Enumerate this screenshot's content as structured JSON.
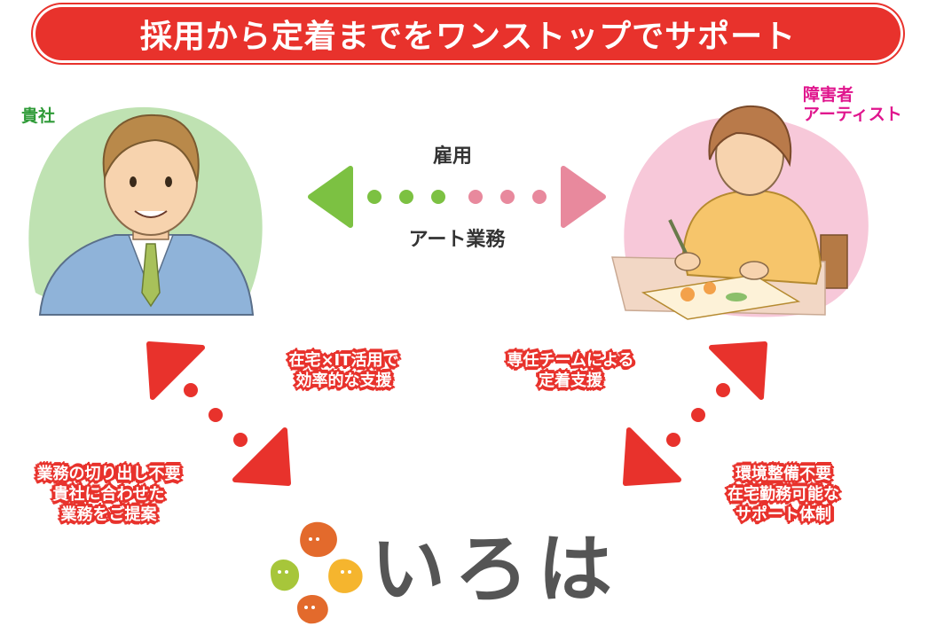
{
  "header": {
    "title": "採用から定着までをワンストップでサポート"
  },
  "parties": {
    "company": {
      "label": "貴社"
    },
    "artist": {
      "label_lines": [
        "障害者",
        "アーティスト"
      ]
    }
  },
  "relation": {
    "top_label": "雇用",
    "bottom_label": "アート業務"
  },
  "badges": {
    "it_support": {
      "lines": [
        "在宅×IT活用で",
        "効率的な支援"
      ]
    },
    "team_support": {
      "lines": [
        "専任チームによる",
        "定着支援"
      ]
    },
    "company_benefit": {
      "lines": [
        "業務の切り出し不要",
        "貴社に合わせた",
        "業務をご提案"
      ]
    },
    "artist_benefit": {
      "lines": [
        "環境整備不要",
        "在宅勤務可能な",
        "サポート体制"
      ]
    }
  },
  "logo": {
    "text": "いろは"
  },
  "colors": {
    "accent_red": "#e8322c",
    "company_green": "#2f9b38",
    "arrow_green": "#7cc142",
    "arrow_pink": "#e8899d",
    "artist_pink": "#e0158d"
  }
}
